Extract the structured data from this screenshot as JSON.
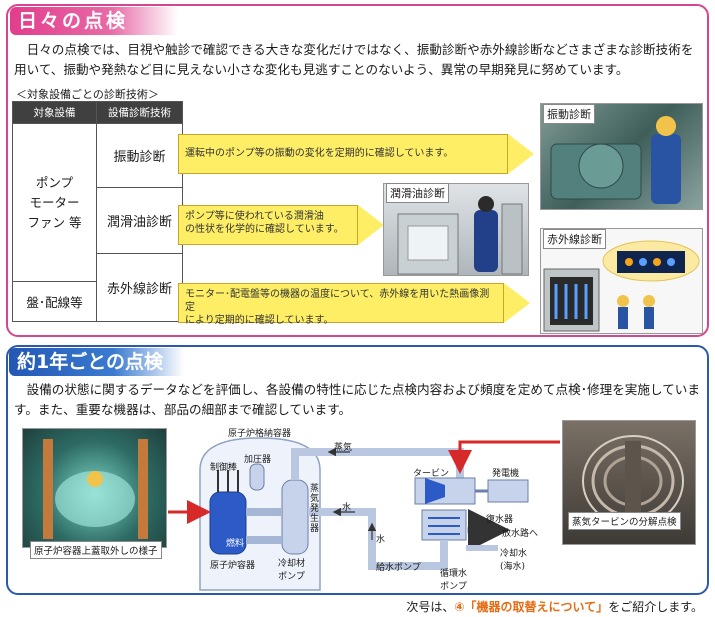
{
  "daily": {
    "title": "日々の点検",
    "description": "　日々の点検では、目視や触診で確認できる大きな変化だけではなく、振動診断や赤外線診断などさまざまな診断技術を用いて、振動や発熱など目に見えない小さな変化も見逃すことのないよう、異常の早期発見に努めています。",
    "subheading": "＜対象設備ごとの診断技術＞",
    "table": {
      "col1_header": "対象設備",
      "col2_header": "設備診断技術",
      "equipment_1": "ポンプ\nモーター\nファン 等",
      "equipment_2": "盤･配線等",
      "tech_vibration": "振動診断",
      "tech_lube": "潤滑油診断",
      "tech_infrared": "赤外線診断"
    },
    "arrows": {
      "vibration": "運転中のポンプ等の振動の変化を定期的に確認しています。",
      "lube": "ポンプ等に使われている潤滑油\nの性状を化学的に確認しています。",
      "infrared": "モニター･配電盤等の機器の温度について、赤外線を用いた熱画像測定\nにより定期的に確認しています。"
    },
    "photo_labels": {
      "vibration": "振動診断",
      "lube": "潤滑油診断",
      "infrared": "赤外線診断"
    }
  },
  "yearly": {
    "title": "約1年ごとの点検",
    "description": "　設備の状態に関するデータなどを評価し、各設備の特性に応じた点検内容および頻度を定めて点検･修理を実施しています。また、重要な機器は、部品の細部まで確認しています。",
    "photo_left_caption": "原子炉容器上蓋取外しの様子",
    "photo_right_caption": "蒸気タービンの分解点検",
    "diagram_labels": {
      "containment": "原子炉格納容器",
      "pressurizer": "加圧器",
      "control_rod": "制御棒",
      "fuel": "燃料",
      "reactor_vessel": "原子炉容器",
      "steam_generator": "蒸気発生器",
      "coolant_pump": "冷却材\nポンプ",
      "steam": "蒸気",
      "water_1": "水",
      "water_2": "水",
      "turbine": "タービン",
      "generator": "発電機",
      "condenser": "復水器",
      "to_discharge": "放水路へ",
      "cooling_water": "冷却水\n(海水)",
      "feed_pump": "給水ポンプ",
      "circ_pump": "循環水\nポンプ"
    }
  },
  "footer": {
    "prefix": "次号は、",
    "link": "④「機器の取替えについて」",
    "suffix": "をご紹介します。"
  },
  "colors": {
    "daily_accent": "#d4468f",
    "yearly_accent": "#2b5aa8",
    "arrow_fill": "#fdee66",
    "link": "#e56c13"
  }
}
